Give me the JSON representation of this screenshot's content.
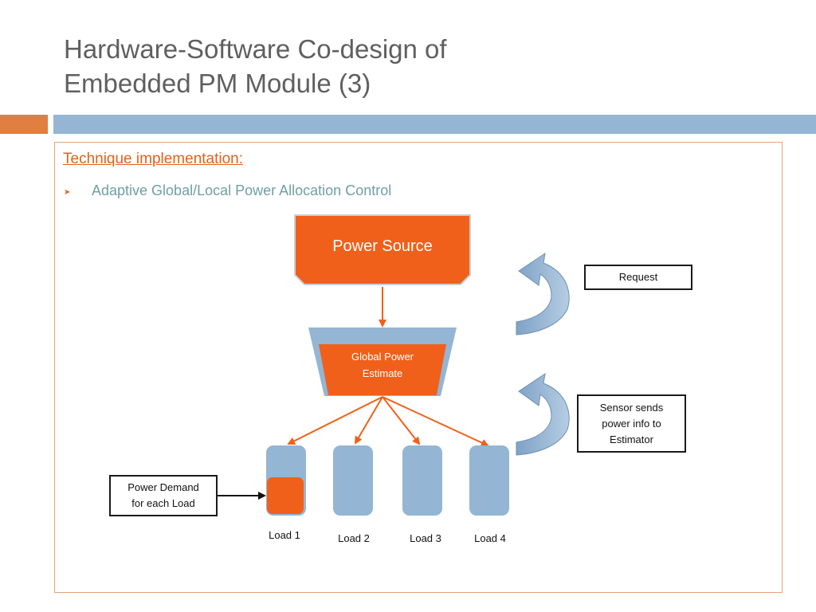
{
  "slide": {
    "title_line1": "Hardware-Software Co-design of",
    "title_line2": "Embedded PM Module (3)",
    "heading": "Technique implementation:",
    "bullet": "Adaptive Global/Local Power Allocation Control"
  },
  "diagram": {
    "power_source": "Power Source",
    "global_estimate_line1": "Global Power",
    "global_estimate_line2": "Estimate",
    "request_label": "Request",
    "sensor_line1": "Sensor sends",
    "sensor_line2": "power info to",
    "sensor_line3": "Estimator",
    "demand_line1": "Power Demand",
    "demand_line2": "for each Load",
    "loads": [
      "Load 1",
      "Load 2",
      "Load 3",
      "Load 4"
    ]
  },
  "colors": {
    "accent_orange": "#f0601a",
    "accent_blue": "#94b5d4",
    "title_gray": "#5f5f5f"
  }
}
